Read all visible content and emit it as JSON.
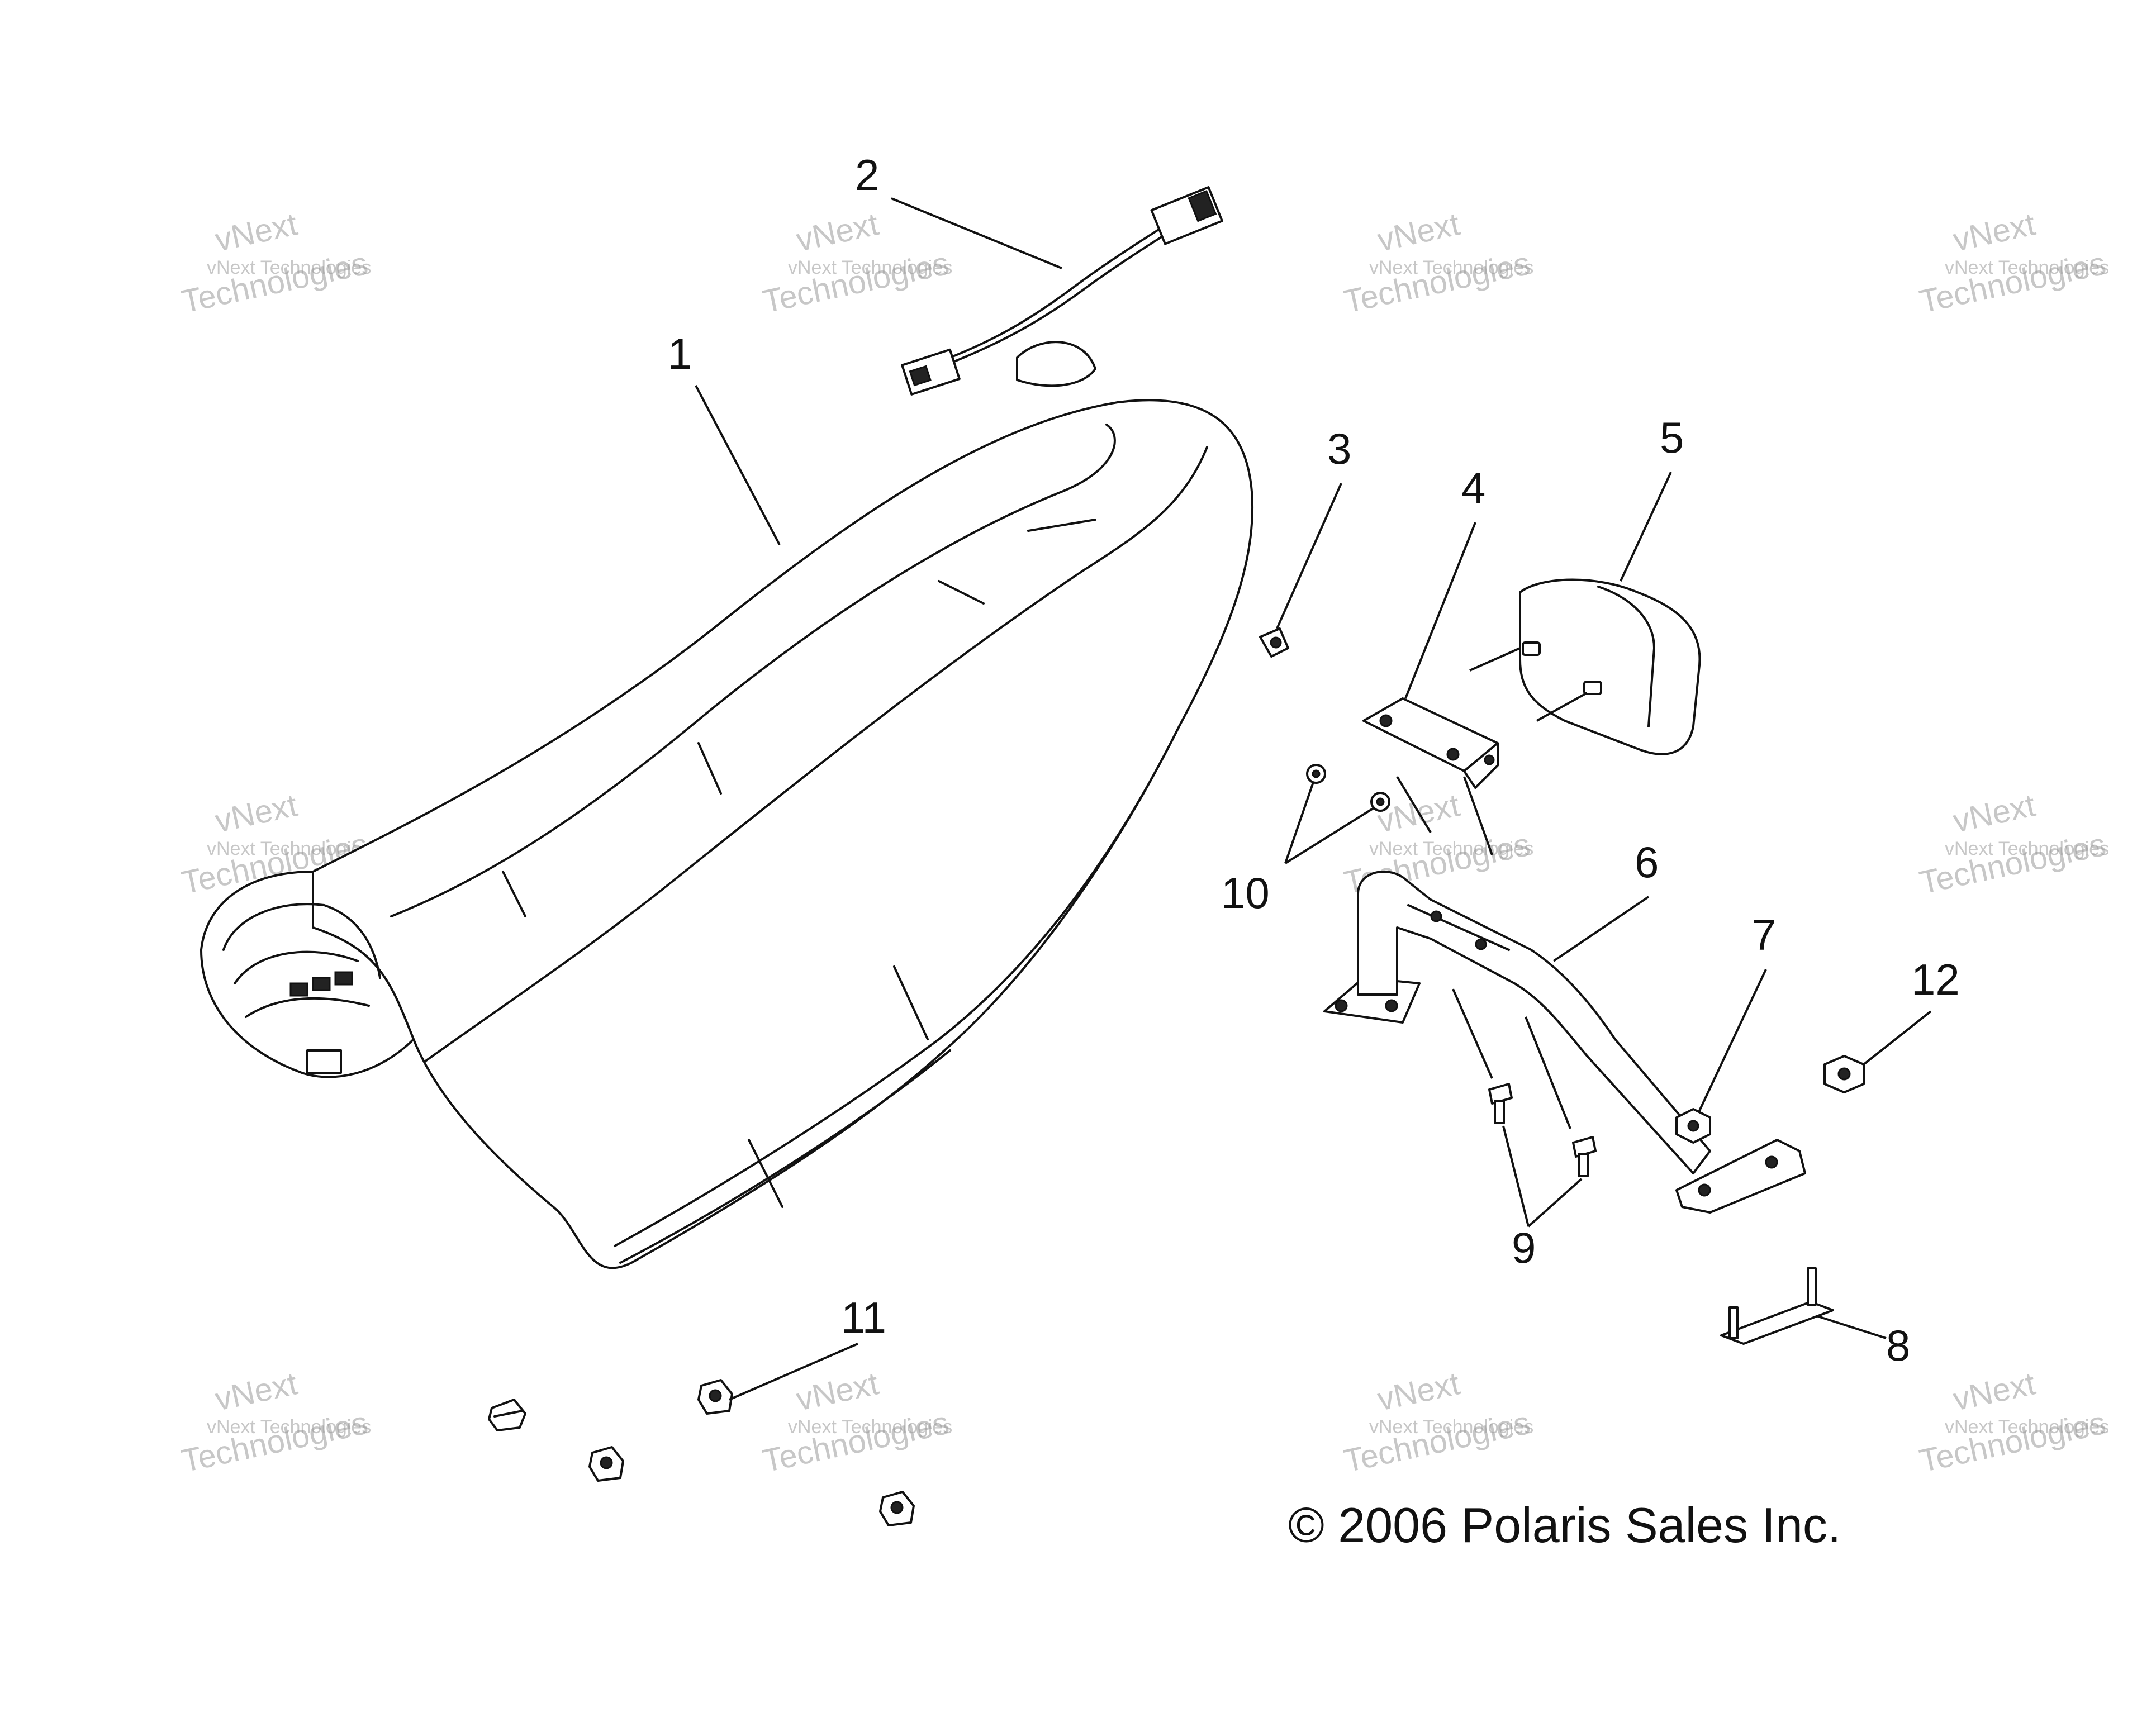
{
  "callouts": {
    "c1": "1",
    "c2": "2",
    "c3": "3",
    "c4": "4",
    "c5": "5",
    "c6": "6",
    "c7": "7",
    "c8": "8",
    "c9": "9",
    "c10": "10",
    "c11": "11",
    "c12": "12"
  },
  "watermark": {
    "line1": "vNext",
    "line2": "vNext Technologies",
    "line3": "Technologies"
  },
  "copyright": "© 2006 Polaris Sales Inc."
}
